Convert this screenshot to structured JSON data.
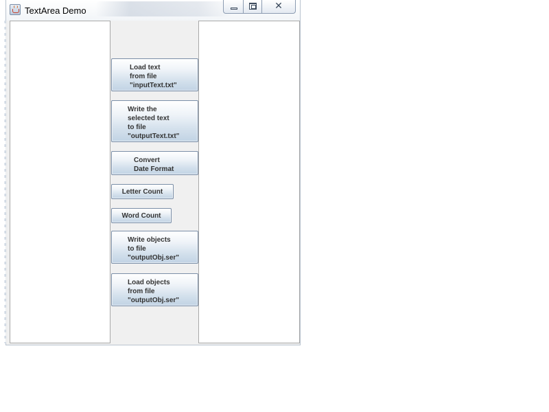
{
  "window": {
    "title": "TextArea Demo",
    "controls": {
      "minimize_icon": "minimize-icon",
      "maximize_icon": "maximize-icon",
      "close_icon": "close-icon",
      "close_glyph": "✕"
    },
    "app_icon": "java-app-icon"
  },
  "buttons": {
    "load_text": [
      "Load text",
      "from file",
      "\"inputText.txt\""
    ],
    "write_selected": [
      "Write the",
      "selected text",
      "to file",
      "\"outputText.txt\""
    ],
    "convert_date": [
      "Convert",
      "Date Format"
    ],
    "letter_count": "Letter Count",
    "word_count": "Word Count",
    "write_objects": [
      "Write objects",
      "to file",
      "\"outputObj.ser\""
    ],
    "load_objects": [
      "Load objects",
      "from file",
      "\"outputObj.ser\""
    ]
  },
  "textareas": {
    "left_value": "",
    "right_value": ""
  },
  "colors": {
    "window_background": "#f0f0f0",
    "button_border": "#7a8ea7",
    "button_text": "#333333"
  }
}
